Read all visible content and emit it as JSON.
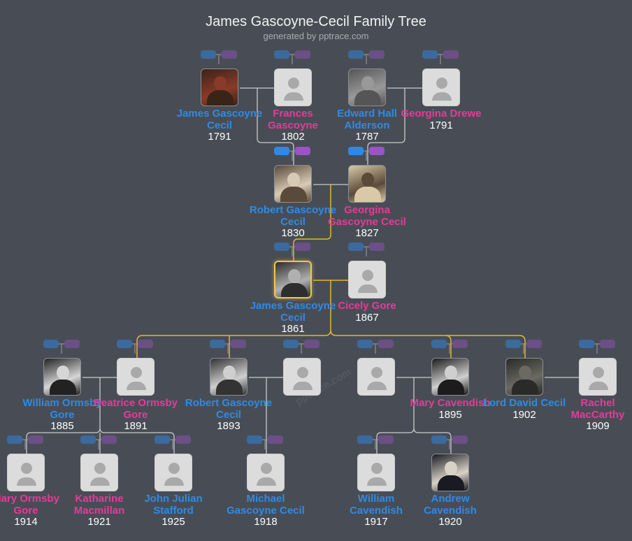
{
  "header": {
    "title": "James Gascoyne-Cecil Family Tree",
    "subtitle": "generated by pptrace.com"
  },
  "watermark": "pptrace.com",
  "colors": {
    "male": "#2f8ae6",
    "female": "#e8399a",
    "focus": "#f2c54b",
    "background": "#484d55"
  },
  "people": [
    {
      "name": "James Gascoyne Cecil",
      "year": "1791",
      "sex": "m",
      "photo": true
    },
    {
      "name": "Frances Gascoyne",
      "year": "1802",
      "sex": "f",
      "photo": false
    },
    {
      "name": "Edward Hall Alderson",
      "year": "1787",
      "sex": "m",
      "photo": true
    },
    {
      "name": "Georgina Drewe",
      "year": "1791",
      "sex": "f",
      "photo": false
    },
    {
      "name": "Robert Gascoyne Cecil",
      "year": "1830",
      "sex": "m",
      "photo": true
    },
    {
      "name": "Georgina Gascoyne Cecil",
      "year": "1827",
      "sex": "f",
      "photo": true
    },
    {
      "name": "James Gascoyne Cecil",
      "year": "1861",
      "sex": "m",
      "photo": true,
      "focus": true
    },
    {
      "name": "Cicely Gore",
      "year": "1867",
      "sex": "f",
      "photo": false
    },
    {
      "name": "William Ormsby Gore",
      "year": "1885",
      "sex": "m",
      "photo": true
    },
    {
      "name": "Beatrice Ormsby Gore",
      "year": "1891",
      "sex": "f",
      "photo": false
    },
    {
      "name": "Robert Gascoyne Cecil",
      "year": "1893",
      "sex": "m",
      "photo": true
    },
    {
      "name": "",
      "year": "",
      "sex": "f",
      "photo": false
    },
    {
      "name": "",
      "year": "",
      "sex": "m",
      "photo": false
    },
    {
      "name": "Mary Cavendish",
      "year": "1895",
      "sex": "f",
      "photo": true
    },
    {
      "name": "Lord David Cecil",
      "year": "1902",
      "sex": "m",
      "photo": true
    },
    {
      "name": "Rachel MacCarthy",
      "year": "1909",
      "sex": "f",
      "photo": false
    },
    {
      "name": "Mary Ormsby Gore",
      "year": "1914",
      "sex": "f",
      "photo": false
    },
    {
      "name": "Katharine Macmillan",
      "year": "1921",
      "sex": "f",
      "photo": false
    },
    {
      "name": "John Julian Stafford",
      "year": "1925",
      "sex": "m",
      "photo": false
    },
    {
      "name": "Michael Gascoyne Cecil",
      "year": "1918",
      "sex": "m",
      "photo": false
    },
    {
      "name": "William Cavendish",
      "year": "1917",
      "sex": "m",
      "photo": false
    },
    {
      "name": "Andrew Cavendish",
      "year": "1920",
      "sex": "m",
      "photo": true
    }
  ]
}
